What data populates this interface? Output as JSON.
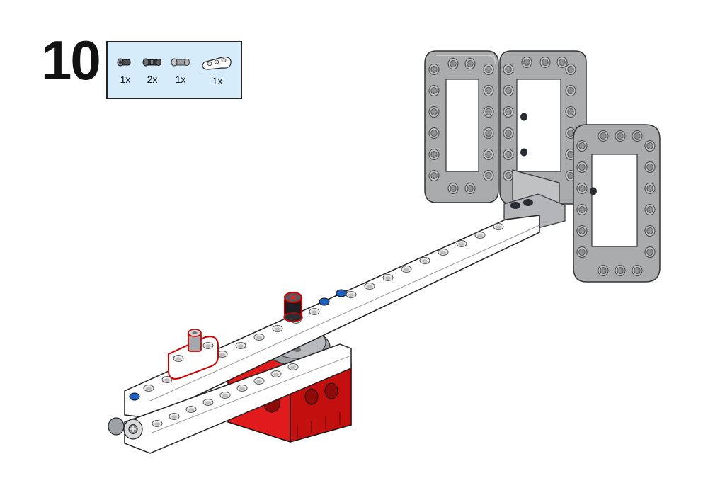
{
  "step": {
    "number": "10"
  },
  "parts_callout": {
    "items": [
      {
        "icon": "connector-peg-icon",
        "qty": "1x"
      },
      {
        "icon": "axle-peg-icon",
        "qty": "2x"
      },
      {
        "icon": "peg-bush-icon",
        "qty": "1x"
      },
      {
        "icon": "beam-3-icon",
        "qty": "1x"
      }
    ]
  },
  "colors": {
    "white_beam": "#ffffff",
    "frame_gray": "#a9abad",
    "motor_red": "#e11b1b",
    "callout_bg": "#d6ecfb",
    "highlight_red": "#d00000",
    "blue_peg": "#1f5fbf"
  }
}
